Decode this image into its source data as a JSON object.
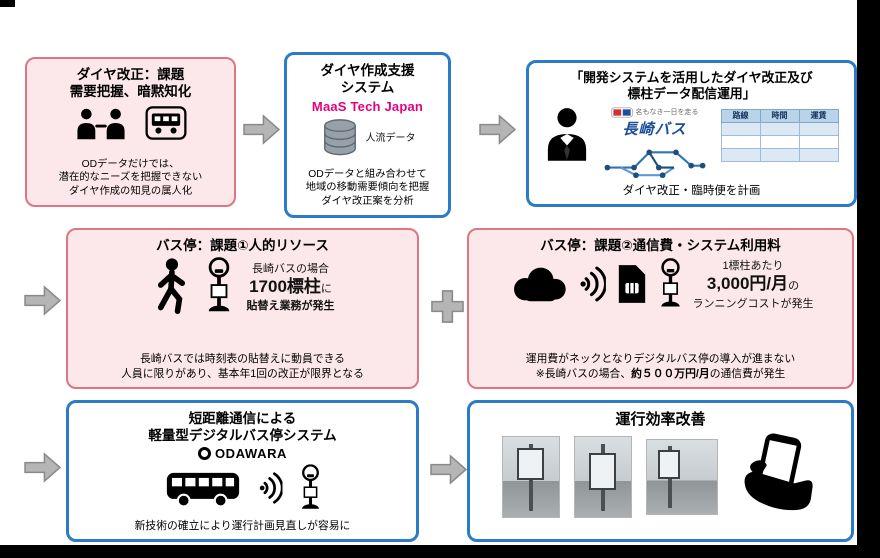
{
  "colors": {
    "pink_fill": "#fce8ea",
    "pink_border": "#de7582",
    "blue_border": "#2b7bc9",
    "maas_pink": "#e4007f",
    "nagasaki_blue": "#1b4f9c",
    "arrow_gray": "#b5b5b5",
    "table_header_bg": "#b8d3ea"
  },
  "step1": {
    "title1": "ダイヤ改正：課題",
    "title2": "需要把握、暗黙知化",
    "body": [
      "ODデータだけでは、",
      "潜在的なニーズを把握できない",
      "ダイヤ作成の知見の属人化"
    ]
  },
  "step2": {
    "title1": "ダイヤ作成支援",
    "title2": "システム",
    "logo": "MaaS Tech Japan",
    "db_label": "人流データ",
    "body": [
      "ODデータと組み合わせて",
      "地域の移動需要傾向を把握",
      "ダイヤ改正案を分析"
    ]
  },
  "step3": {
    "title1": "「開発システムを活用したダイヤ改正及び",
    "title2": "標柱データ配信運用」",
    "slogan": "名もなき一日を走る",
    "logo": "長崎バス",
    "table_headers": [
      "路線",
      "時間",
      "運賃"
    ],
    "caption": "ダイヤ改正・臨時便を計画"
  },
  "issue1": {
    "title": "バス停：課題①人的リソース",
    "case_line1": "長崎バスの場合",
    "case_big": "1700標柱",
    "case_big_suffix": "に",
    "case_line3": "貼替え業務が発生",
    "body": [
      "長崎バスでは時刻表の貼替えに動員できる",
      "人員に限りがあり、基本年1回の改正が限界となる"
    ]
  },
  "issue2": {
    "title": "バス停：課題②通信費・システム利用料",
    "case_line1": "1標柱あたり",
    "case_big": "3,000円/月",
    "case_big_suffix": "の",
    "case_line3": "ランニングコストが発生",
    "body1": "運用費がネックとなりデジタルバス停の導入が進まない",
    "body2_pre": "※長崎バスの場合、",
    "body2_bold": "約５００万円/月",
    "body2_post": "の通信費が発生"
  },
  "solution": {
    "title1": "短距離通信による",
    "title2": "軽量型デジタルバス停システム",
    "logo": "ODAWARA",
    "body": "新技術の確立により運行計画見直しが容易に"
  },
  "result": {
    "title": "運行効率改善"
  },
  "icons": {
    "meeting-people-icon": "two person silhouettes meeting",
    "bus-front-icon": "bus inside rounded frame",
    "database-icon": "stacked gray cylinders",
    "businessperson-icon": "black person silhouette with tie",
    "nagasaki-flag-mark": "red/blue flag pill",
    "route-network-icon": "blue nodes and links map",
    "walking-person-icon": "walking silhouette",
    "bus-stop-pole-icon": "round sign pole with timetable board",
    "cloud-icon": "black cloud",
    "wireless-signal-icon": "radio waves",
    "sim-card-icon": "black SIM card with chip",
    "bus-side-icon": "black bus side silhouette",
    "smartphone-hand-icon": "hand holding smartphone",
    "flow-arrow-icon": "gray block arrow pointing right",
    "plus-icon": "gray plus sign"
  }
}
